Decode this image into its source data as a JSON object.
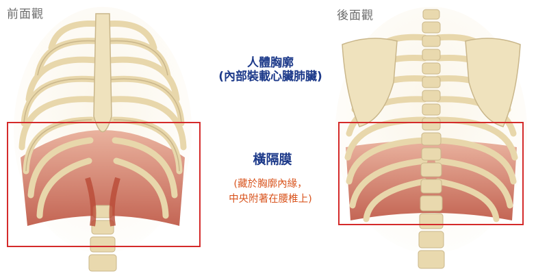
{
  "views": {
    "front_label": "前面觀",
    "back_label": "後面觀"
  },
  "annotations": {
    "thorax_title": "人體胸廓",
    "thorax_subtitle": "(內部裝載心臟肺臟)",
    "diaphragm_title": "橫隔膜",
    "diaphragm_note_line1": "(藏於胸廓內緣，",
    "diaphragm_note_line2": "中央附著在腰椎上)"
  },
  "colors": {
    "bone": "#efe2bd",
    "bone_shadow": "#c9b68a",
    "muscle": "#c8553f",
    "muscle_light": "#e29a84",
    "highlight_box": "#d42a2a",
    "title_blue": "#1d3a8a",
    "note_orange": "#d9551f"
  }
}
